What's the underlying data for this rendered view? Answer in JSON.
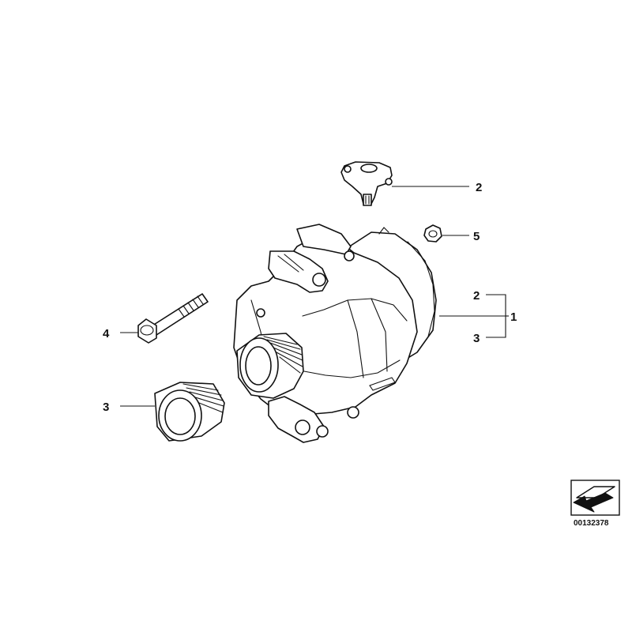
{
  "callouts": {
    "regulator": "2",
    "nut": "5",
    "group_upper": "2",
    "group_total": "1",
    "group_lower": "3",
    "bolt": "4",
    "pulley": "3"
  },
  "reference_number": "00132378",
  "icons": {
    "reference": "folded-sheet-icon"
  }
}
